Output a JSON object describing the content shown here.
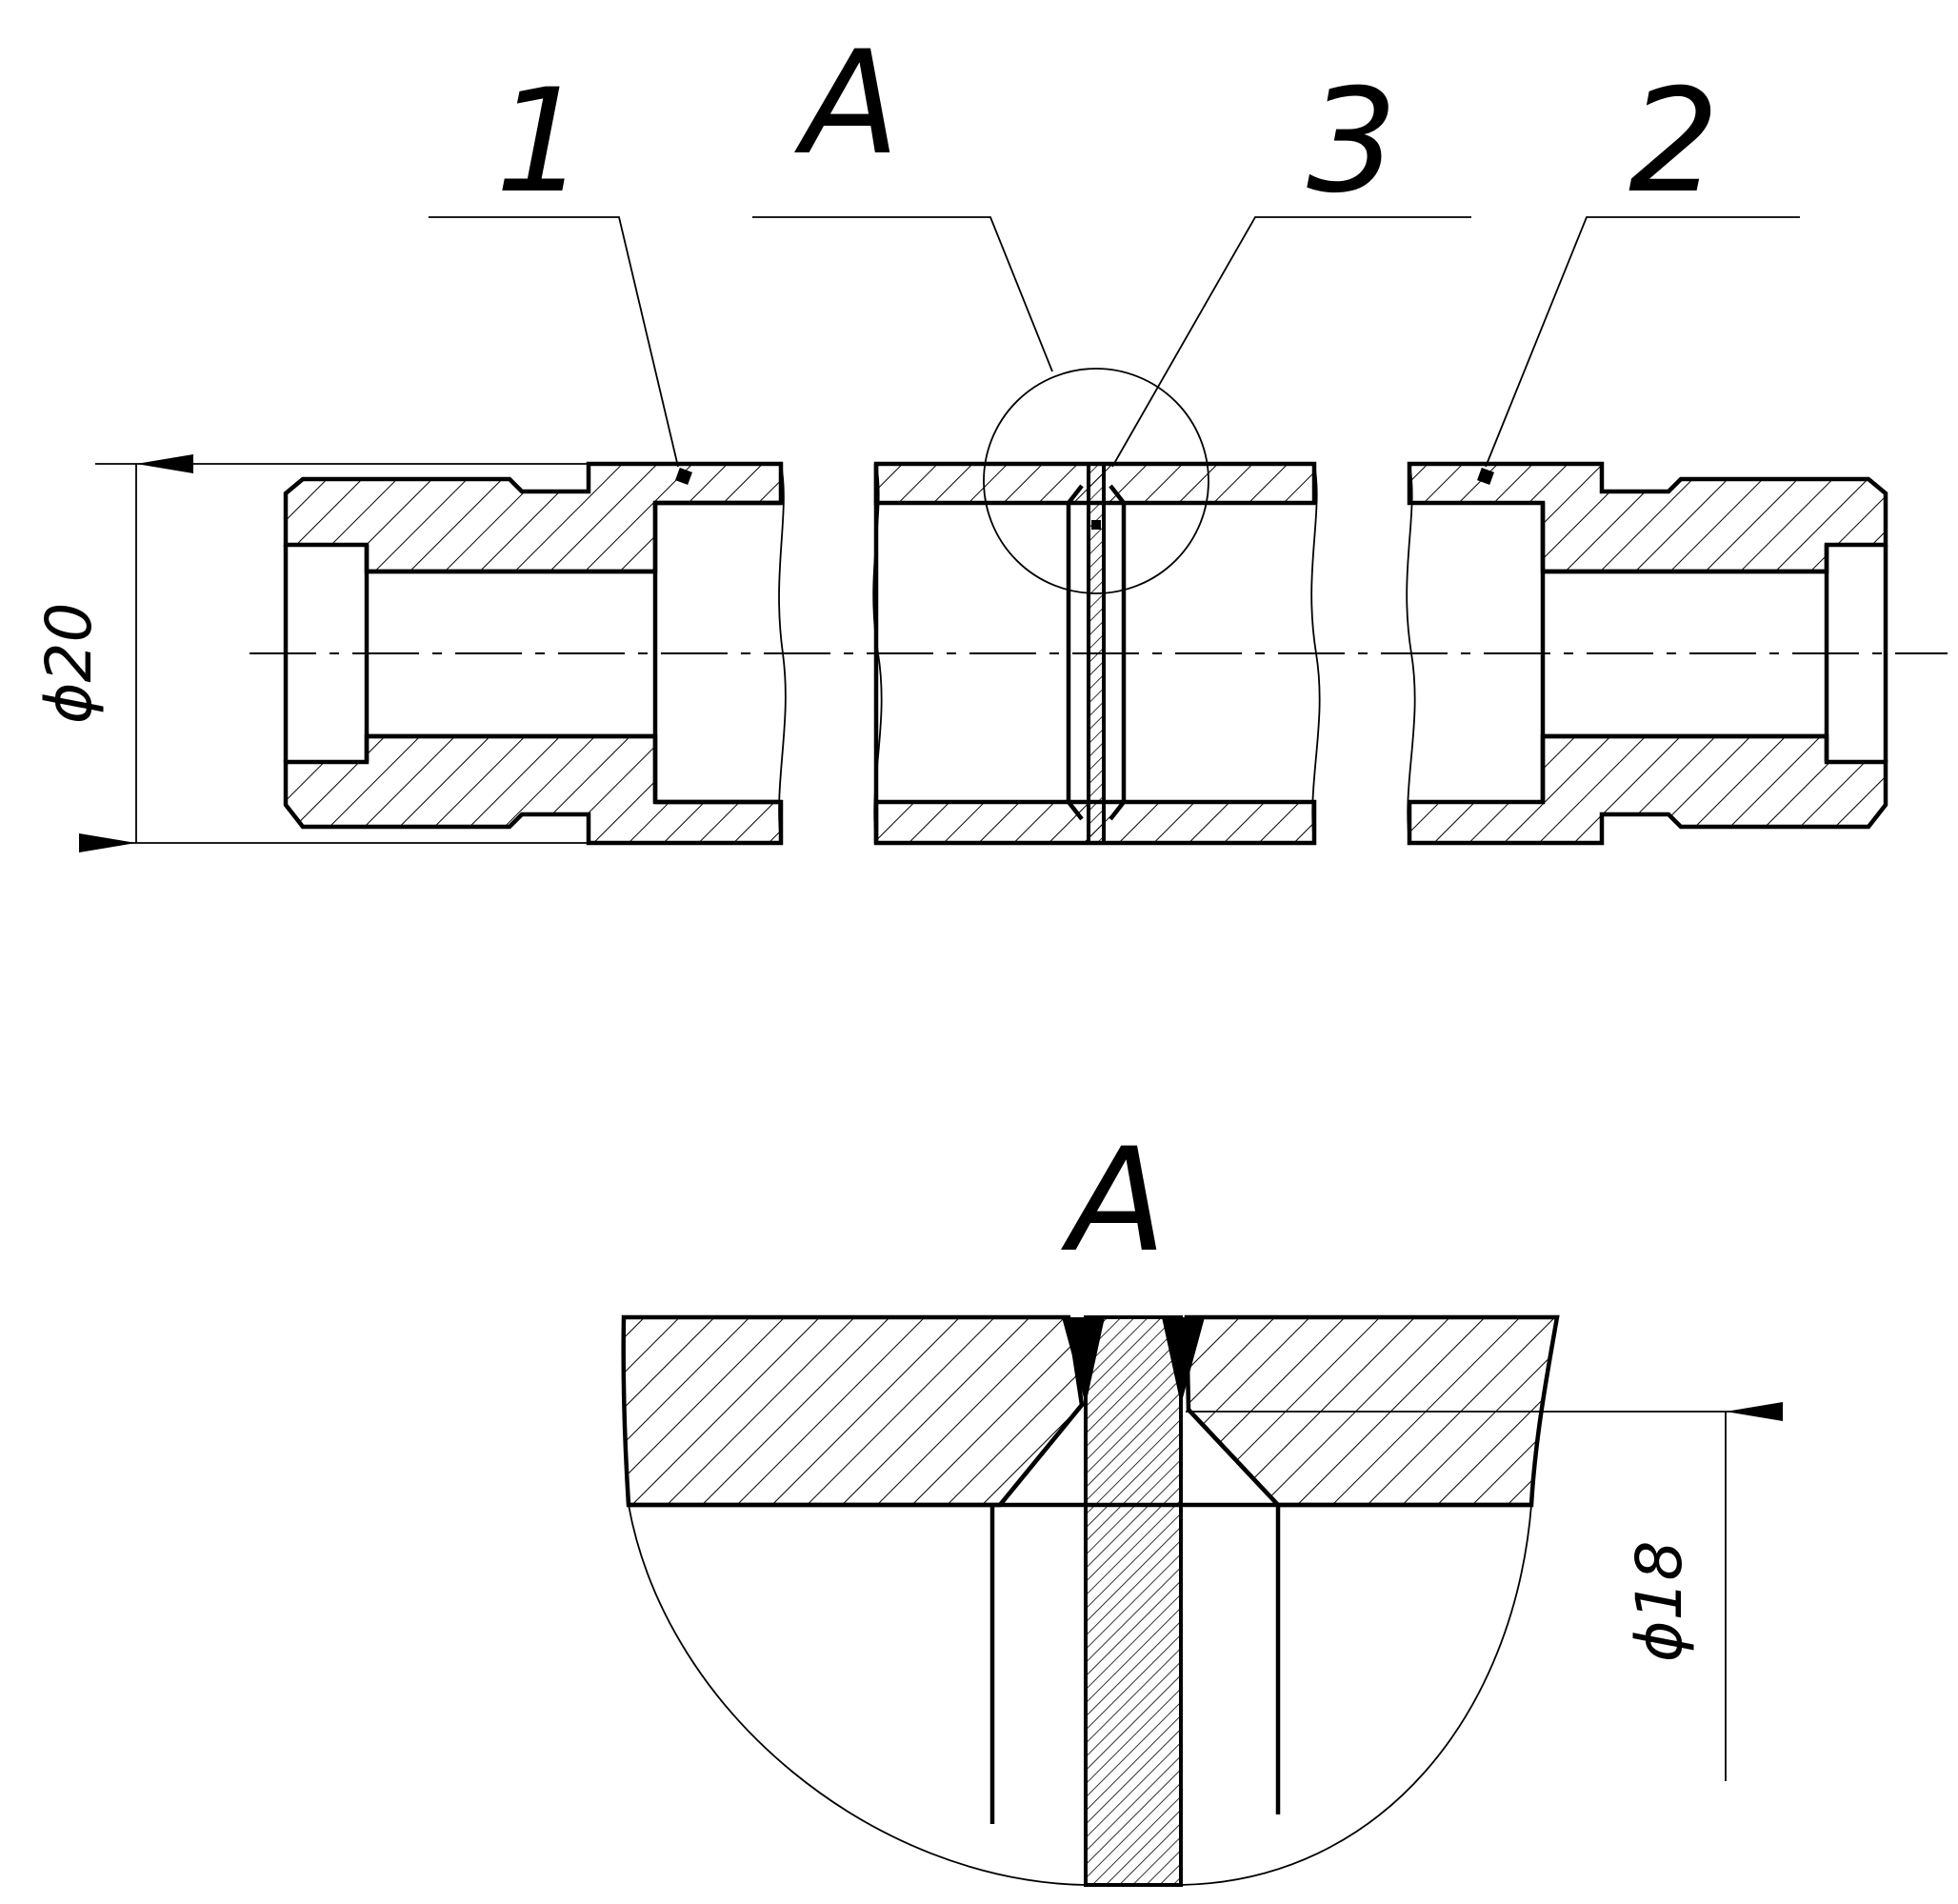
{
  "callouts": {
    "part1": "1",
    "part2": "2",
    "part3": "3",
    "detail_ref": "A"
  },
  "dimensions": {
    "outer_diameter": "ϕ20",
    "inner_diameter": "ϕ18"
  },
  "detail_view": {
    "title": "A"
  },
  "colors": {
    "ink": "#000000",
    "paper": "#ffffff"
  }
}
